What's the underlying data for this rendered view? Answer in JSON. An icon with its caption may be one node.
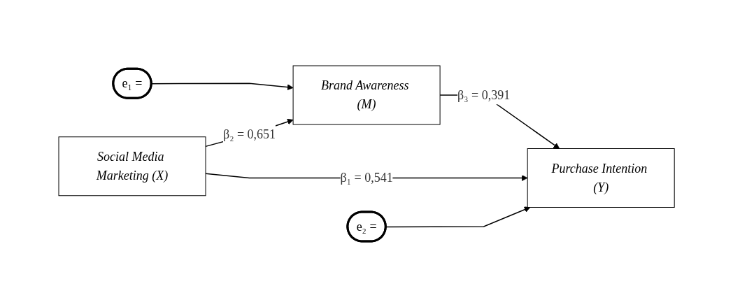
{
  "diagram": {
    "nodes": [
      {
        "text": [
          "e₁ ="
        ]
      },
      {
        "text": [
          "Brand Awareness (M)"
        ]
      },
      {
        "text": [
          "Social Media Marketing (X)"
        ]
      },
      {
        "text": [
          "Purchase Intention (Y)"
        ]
      },
      {
        "text": [
          "e₂ ="
        ]
      }
    ],
    "edges": [
      {
        "from": 0,
        "to": 1,
        "arrow": "to"
      },
      {
        "from": 2,
        "to": 1,
        "arrow": "to",
        "label": "β₂ = 0,651"
      },
      {
        "from": 1,
        "to": 3,
        "arrow": "to",
        "label": "β₃ = 0,391"
      },
      {
        "from": 2,
        "to": 3,
        "arrow": "to",
        "label": "β₁ = 0,541"
      },
      {
        "from": 4,
        "to": 3,
        "arrow": "to"
      }
    ]
  }
}
